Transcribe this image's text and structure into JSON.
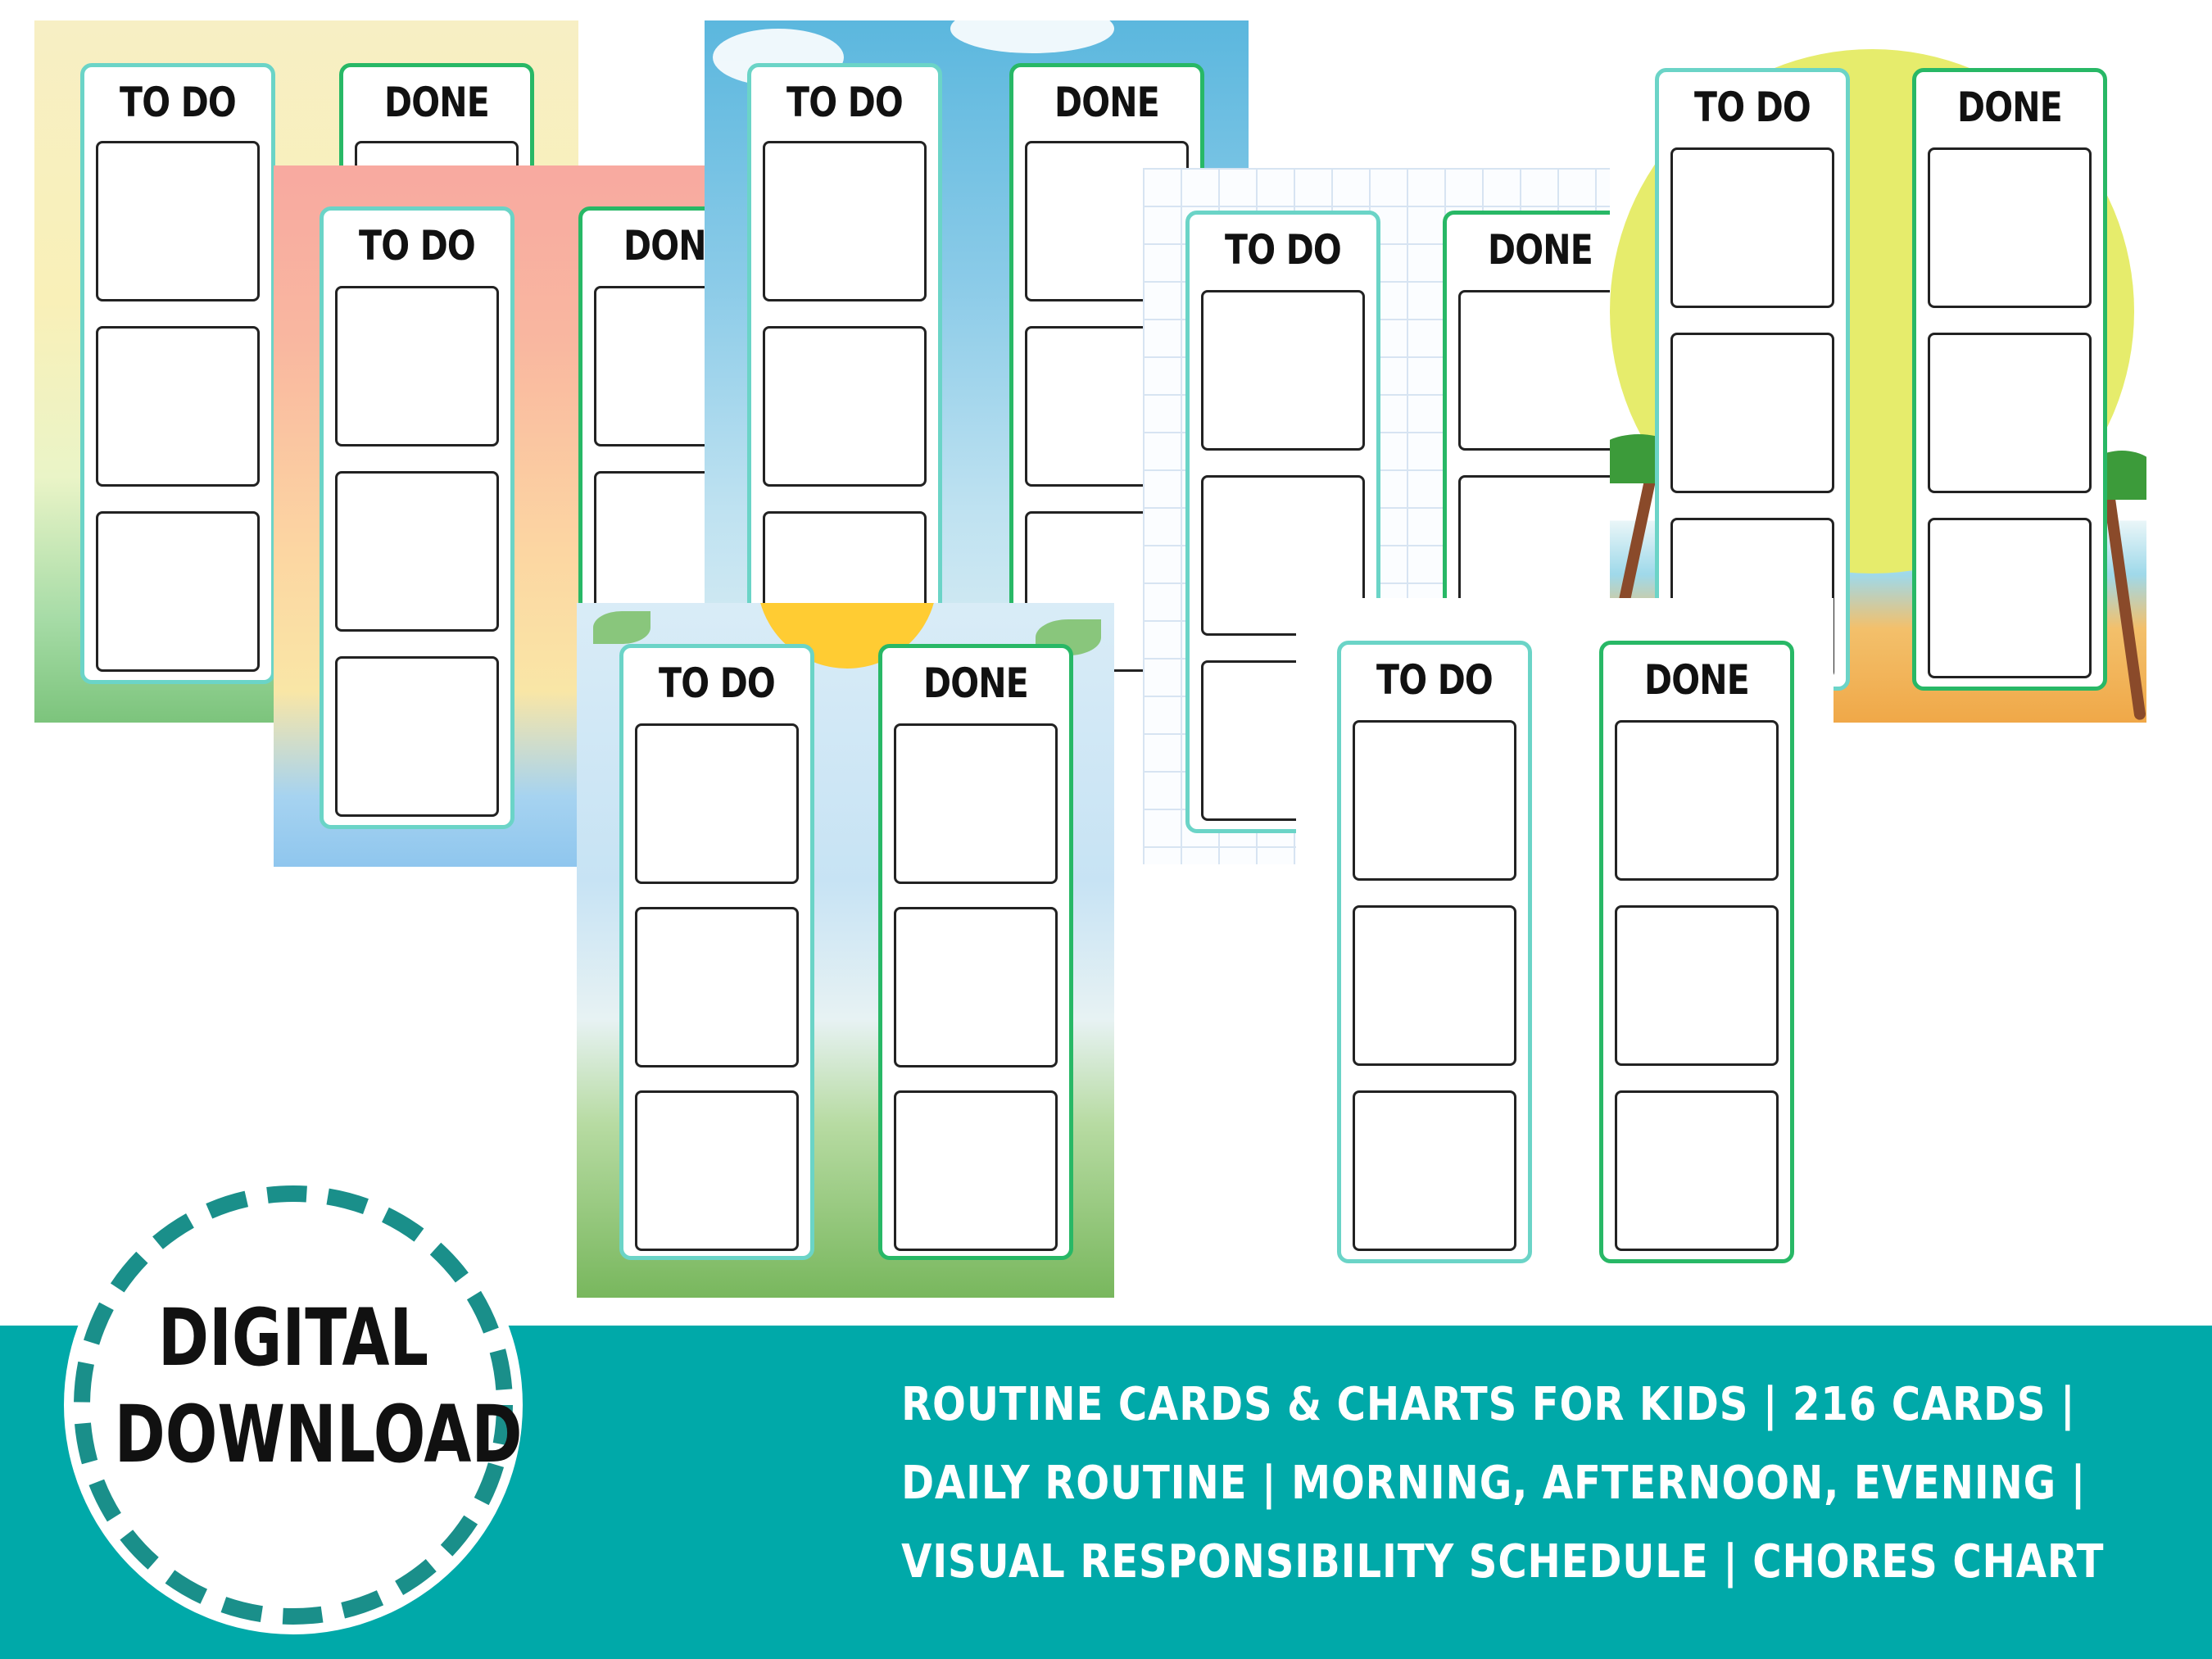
{
  "cards": {
    "todo_label": "TO DO",
    "done_label": "DONE"
  },
  "badge": {
    "line1": "DIGITAL",
    "line2": "DOWNLOAD"
  },
  "title": {
    "line1": "ROUTINE CARDS & CHARTS FOR KIDS | 216 CARDS |",
    "line2": "DAILY ROUTINE | MORNING, AFTERNOON, EVENING |",
    "line3": "VISUAL RESPONSIBILITY SCHEDULE | CHORES CHART"
  },
  "colors": {
    "banner": "#00a9a9",
    "todo_border": "#6bd4c7",
    "done_border": "#28b866"
  }
}
